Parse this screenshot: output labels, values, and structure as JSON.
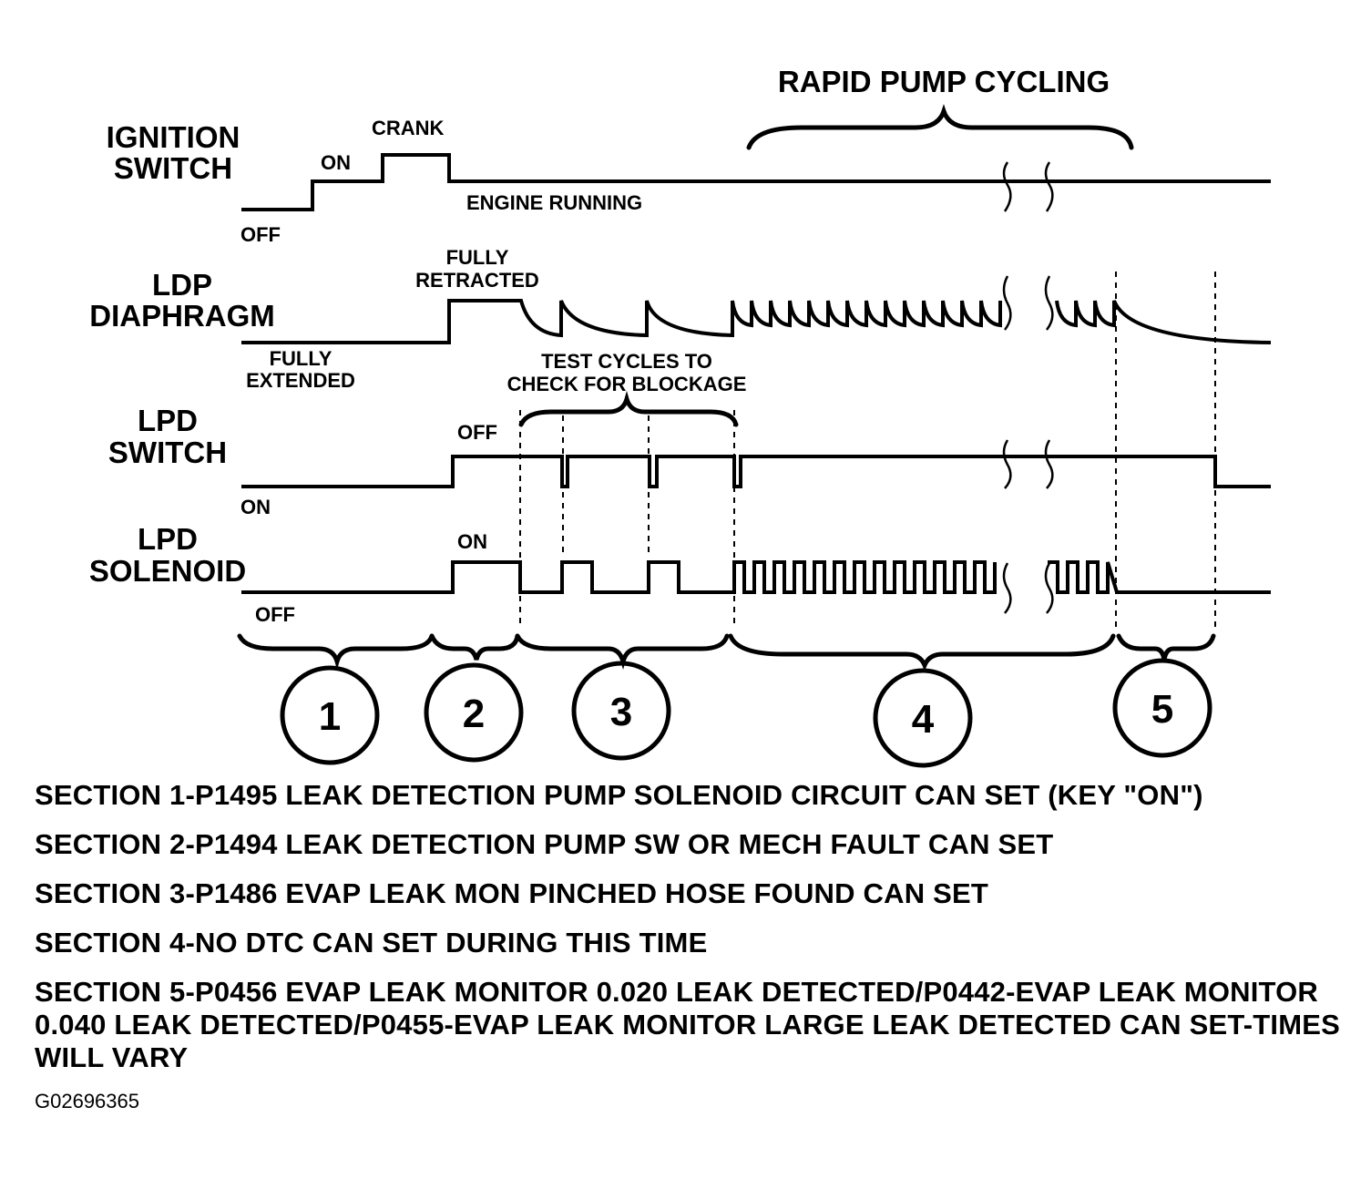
{
  "title": "RAPID PUMP CYCLING",
  "signals": [
    {
      "line1": "IGNITION",
      "line2": "SWITCH"
    },
    {
      "line1": "LDP",
      "line2": "DIAPHRAGM"
    },
    {
      "line1": "LPD",
      "line2": "SWITCH"
    },
    {
      "line1": "LPD",
      "line2": "SOLENOID"
    }
  ],
  "state_labels": {
    "ign_off": "OFF",
    "ign_on": "ON",
    "ign_crank": "CRANK",
    "ign_running": "ENGINE RUNNING",
    "ldp_retracted_1": "FULLY",
    "ldp_retracted_2": "RETRACTED",
    "ldp_extended_1": "FULLY",
    "ldp_extended_2": "EXTENDED",
    "test_cycles_1": "TEST CYCLES TO",
    "test_cycles_2": "CHECK FOR BLOCKAGE",
    "sw_off": "OFF",
    "sw_on": "ON",
    "sol_on": "ON",
    "sol_off": "OFF"
  },
  "sections": [
    "1",
    "2",
    "3",
    "4",
    "5"
  ],
  "notes": [
    "SECTION 1-P1495 LEAK DETECTION PUMP SOLENOID CIRCUIT CAN SET (KEY \"ON\")",
    "SECTION 2-P1494 LEAK DETECTION PUMP SW OR MECH FAULT CAN SET",
    "SECTION 3-P1486 EVAP LEAK MON PINCHED HOSE FOUND CAN SET",
    "SECTION 4-NO DTC CAN SET DURING THIS TIME",
    "SECTION 5-P0456 EVAP LEAK MONITOR 0.020 LEAK DETECTED/P0442-EVAP LEAK MONITOR 0.040 LEAK DETECTED/P0455-EVAP LEAK MONITOR LARGE LEAK DETECTED CAN SET-TIMES WILL VARY"
  ],
  "figure_id": "G02696365"
}
